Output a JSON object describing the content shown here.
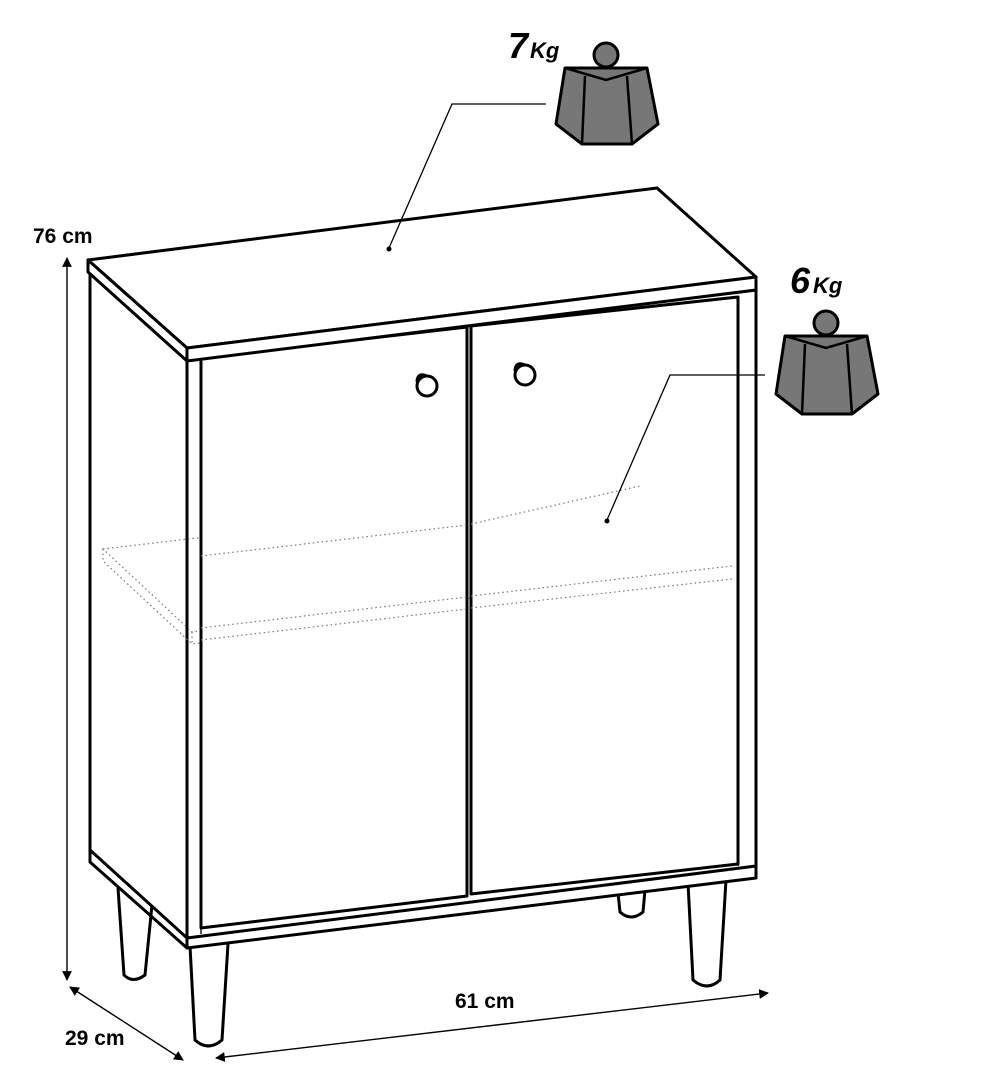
{
  "dimensions": {
    "height": "76 cm",
    "width": "61 cm",
    "depth": "29 cm"
  },
  "load_limits": {
    "top": {
      "number": "7",
      "unit": "Kg"
    },
    "shelf": {
      "number": "6",
      "unit": "Kg"
    }
  },
  "colors": {
    "line": "#000000",
    "weight_fill": "#777777",
    "background": "#ffffff"
  },
  "icons": [
    "weight-icon",
    "door-knob-icon",
    "arrow-icon"
  ]
}
